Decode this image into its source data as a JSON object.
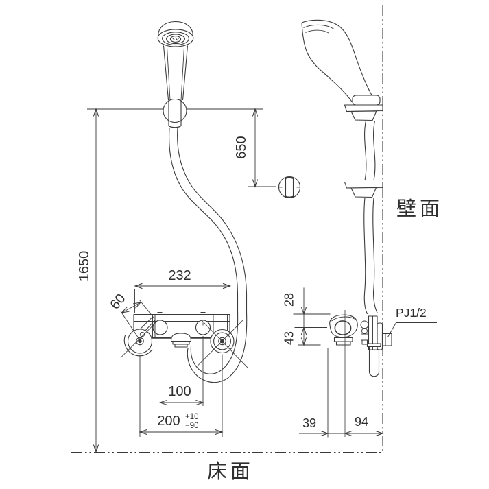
{
  "drawing": {
    "type": "shower-faucet-installation-dimension-drawing",
    "line_color": "#3a3a3a",
    "labels": {
      "wall_surface": "壁面",
      "floor_surface": "床面",
      "pipe_thread": "PJ1/2"
    },
    "dimensions": {
      "floor_to_top_hook": "1650",
      "top_hook_to_lower_hook": "650",
      "body_width": "232",
      "handle_length": "60",
      "inlet_leg_pitch": "100",
      "mounting_pitch": "200",
      "mounting_pitch_tol_upper": "+10",
      "mounting_pitch_tol_lower": "−90",
      "top_offset": "28",
      "body_height": "43",
      "handle_to_center": "39",
      "center_to_wall": "94"
    }
  }
}
